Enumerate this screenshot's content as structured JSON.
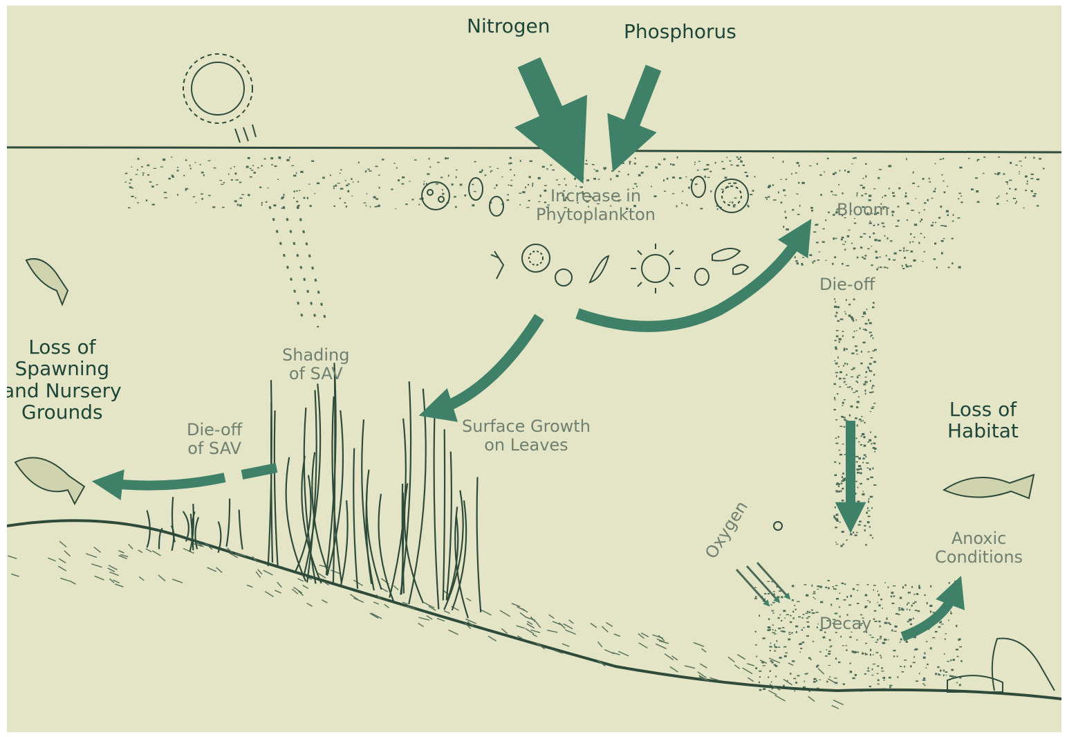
{
  "inputs": {
    "nitrogen": "Nitrogen",
    "phosphorus": "Phosphorus"
  },
  "phytoplankton": {
    "line1": "Increase in",
    "line2": "Phytoplankton"
  },
  "bloom": "Bloom",
  "die_off": "Die-off",
  "shading": {
    "line1": "Shading",
    "line2": "of SAV"
  },
  "surface_growth": {
    "line1": "Surface Growth",
    "line2": "on Leaves"
  },
  "die_off_sav": {
    "line1": "Die-off",
    "line2": "of SAV"
  },
  "loss_spawning": {
    "line1": "Loss of",
    "line2": "Spawning",
    "line3": "and Nursery",
    "line4": "Grounds"
  },
  "loss_habitat": {
    "line1": "Loss of",
    "line2": "Habitat"
  },
  "oxygen": "Oxygen",
  "anoxic": {
    "line1": "Anoxic",
    "line2": "Conditions"
  },
  "decay": "Decay",
  "colors": {
    "background": "#e4e5c6",
    "arrow": "#3f8069",
    "ink": "#24402f",
    "light_text": "#6f7f70"
  }
}
